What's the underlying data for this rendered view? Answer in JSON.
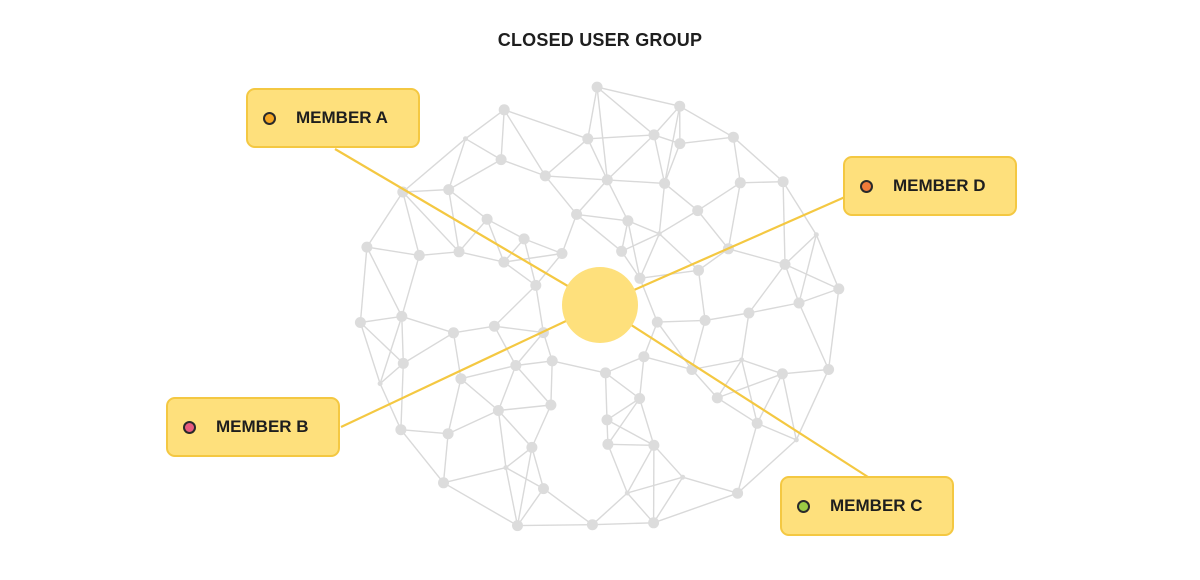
{
  "title": "CLOSED USER GROUP",
  "colors": {
    "box_fill": "#fee07c",
    "box_border": "#f4c842",
    "connector": "#f4c842",
    "hub": "#fee07c",
    "network": "#d9d9d9"
  },
  "members": [
    {
      "id": "a",
      "label": "MEMBER A",
      "dot_color": "#f5a623"
    },
    {
      "id": "d",
      "label": "MEMBER D",
      "dot_color": "#ef7b3a"
    },
    {
      "id": "b",
      "label": "MEMBER B",
      "dot_color": "#e85a7e"
    },
    {
      "id": "c",
      "label": "MEMBER C",
      "dot_color": "#9ccc44"
    }
  ]
}
